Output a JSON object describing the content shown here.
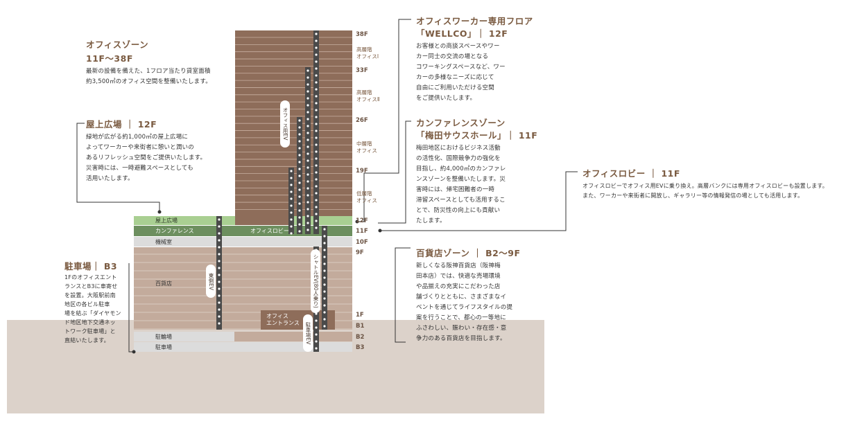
{
  "tower": {
    "floor_labels": [
      "38F",
      "33F",
      "26F",
      "19F",
      "12F",
      "11F",
      "10F",
      "9F",
      "1F",
      "B1",
      "B2",
      "B3"
    ],
    "zone_labels": [
      [
        "高層階",
        "オフィスⅠ"
      ],
      [
        "高層階",
        "オフィスⅡ"
      ],
      [
        "中層階",
        "オフィス"
      ],
      [
        "低層階",
        "オフィス"
      ]
    ],
    "row_labels": {
      "rooftop": "屋上広場",
      "conference": "カンファレンス",
      "office_lobby": "オフィスロビー",
      "machine_room": "機械室",
      "department_store": "百貨店",
      "office_entrance": [
        "オフィス",
        "エントランス"
      ],
      "bicycle_parking": "駐輪場",
      "parking": "駐車場"
    },
    "elevators": {
      "office_ev": "オフィス用EV",
      "dept_ev": "東側EV",
      "shuttle_ev": "シャトルEV(80人乗り)",
      "parking_ev": "駐車場EV"
    }
  },
  "annotations": {
    "office_zone": {
      "title": "オフィスゾーン",
      "subtitle": "11F〜38F",
      "body": [
        "最新の設備を備えた、1フロア当たり貸室面積",
        "約3,500㎡のオフィス空間を整備いたします。"
      ]
    },
    "rooftop": {
      "title": "屋上広場 ｜ 12F",
      "body": [
        "緑地が広がる約1,000㎡の屋上広場に",
        "よってワーカーや来街者に憩いと潤いの",
        "あるリフレッシュ空間をご提供いたします。",
        "災害時には、一時避難スペースとしても",
        "活用いたします。"
      ]
    },
    "parking": {
      "title": "駐車場｜ B3",
      "body": [
        "1Fのオフィスエント",
        "ランスとB3に車寄せ",
        "を設置。大阪駅前南",
        "地区の各ビル駐車",
        "場を結ぶ「ダイヤモン",
        "ド地区地下交通ネッ",
        "トワーク駐車場」と",
        "直結いたします。"
      ]
    },
    "wellco": {
      "title_line1": "オフィスワーカー専用フロア",
      "title_line2": "「WELLCO」｜ 12F",
      "body": [
        "お客様との商談スペースやワー",
        "カー同士の交流の場となる",
        "コワーキングスペースなど、ワー",
        "カーの多様なニーズに応じて",
        "自由にご利用いただける空間",
        "をご提供いたします。"
      ]
    },
    "conference": {
      "title_line1": "カンファレンスゾーン",
      "title_line2": "「梅田サウスホール」｜ 11F",
      "body": [
        "梅田地区におけるビジネス活動",
        "の活性化、国際競争力の強化を",
        "目指し、約4,000㎡のカンファレ",
        "ンスゾーンを整備いたします。災",
        "害時には、帰宅困難者の一時",
        "滞留スペースとしても活用するこ",
        "とで、防災性の向上にも貢献い",
        "たします。"
      ]
    },
    "office_lobby": {
      "title": "オフィスロビー ｜ 11F",
      "body": [
        "オフィスロビーでオフィス用EVに乗り換え。高層バンクには専用オフィスロビーも設置します。",
        "また、ワーカーや来街者に開放し、ギャラリー等の情報発信の場としても活用します。"
      ]
    },
    "department_store": {
      "title": "百貨店ゾーン ｜ B2〜9F",
      "body": [
        "新しくなる阪神百貨店（阪神梅",
        "田本店）では、快適な売場環境",
        "や品揃えの充実にこだわった店",
        "舗づくりとともに、さまざまなイ",
        "ベントを通じてライフスタイルの提",
        "案を行うことで、都心の一等地に",
        "ふさわしい、賑わい・存在感・意",
        "争力のある百貨店を目指します。"
      ]
    }
  },
  "colors": {
    "tower": "#8e6d5a",
    "tower_lines": "#c9b1a2",
    "podium": "#c3ab9c",
    "rooftop_green": "#a9cf92",
    "conference_green": "#6d8f5f",
    "machine_room": "#dcdcdc",
    "underground": "#dcd2ca",
    "elevator": "#4a4a4a",
    "title": "#7a5a40"
  }
}
